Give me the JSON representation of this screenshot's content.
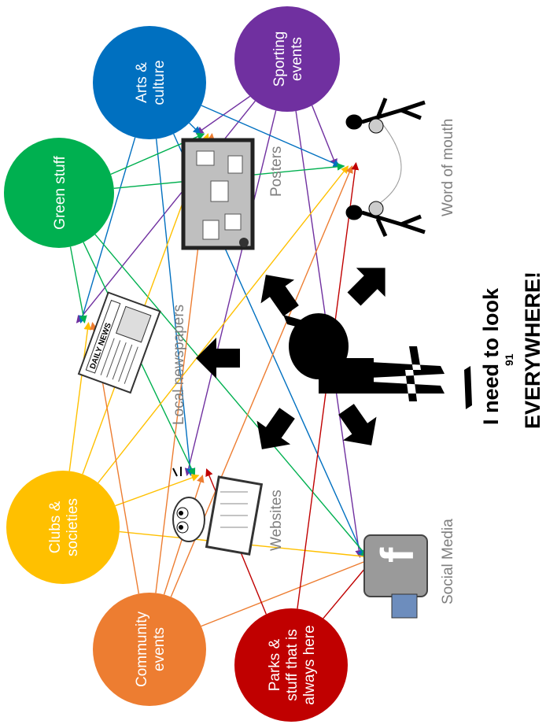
{
  "title": {
    "line1": "I need to look",
    "line2": "EVERYWHERE!",
    "page_number": "91"
  },
  "sources": [
    {
      "id": "sporting",
      "lines": [
        "Sporting",
        "events"
      ],
      "color": "#7030a0",
      "targets": [
        "posters",
        "word",
        "newspapers",
        "websites",
        "social"
      ]
    },
    {
      "id": "arts",
      "lines": [
        "Arts &",
        "culture"
      ],
      "color": "#0070c0",
      "targets": [
        "posters",
        "word",
        "newspapers",
        "websites",
        "social"
      ]
    },
    {
      "id": "green",
      "lines": [
        "Green stuff"
      ],
      "color": "#00b050",
      "targets": [
        "posters",
        "word",
        "newspapers",
        "websites",
        "social"
      ]
    },
    {
      "id": "clubs",
      "lines": [
        "Clubs &",
        "societies"
      ],
      "color": "#ffc000",
      "targets": [
        "posters",
        "word",
        "newspapers",
        "websites",
        "social"
      ]
    },
    {
      "id": "community",
      "lines": [
        "Community",
        "events"
      ],
      "color": "#ed7d31",
      "targets": [
        "posters",
        "word",
        "newspapers",
        "websites",
        "social"
      ]
    },
    {
      "id": "parks",
      "lines": [
        "Parks &",
        "stuff that is",
        "always here"
      ],
      "color": "#c00000",
      "targets": [
        "word",
        "websites",
        "social"
      ]
    }
  ],
  "channels": [
    {
      "id": "posters",
      "label": "Posters"
    },
    {
      "id": "word",
      "label": "Word of mouth"
    },
    {
      "id": "newspapers",
      "label": "Local newspapers",
      "sign": "DAILY NEWS"
    },
    {
      "id": "websites",
      "label": "Websites"
    },
    {
      "id": "social",
      "label": "Social Media",
      "icon": "f"
    }
  ]
}
